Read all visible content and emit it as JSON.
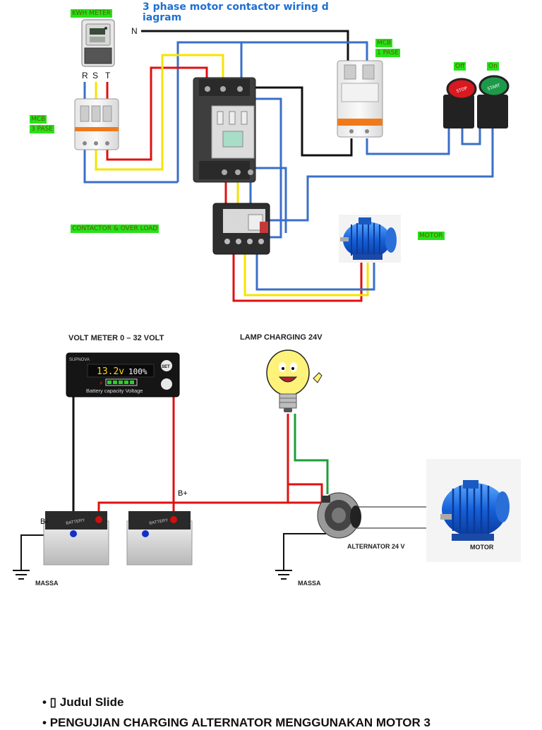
{
  "diagram1": {
    "title": "3 phase motor contactor wiring d iagram",
    "neutral_label": "N",
    "phase_labels": [
      "R",
      "S",
      "T"
    ],
    "tags": {
      "kwh_meter": "KWH METER",
      "mcb_3phase_line1": "MCB",
      "mcb_3phase_line2": "3 PASE",
      "mcb_1phase_line1": "MCB",
      "mcb_1phase_line2": "1 PASE",
      "off": "Off",
      "on": "On",
      "contactor": "CONTACTOR & OVER LOAD",
      "motor": "MOTOR"
    },
    "buttons": {
      "stop": "STOP",
      "start": "START"
    },
    "wire_colors": {
      "red": "#e01010",
      "yellow": "#f4e400",
      "blue": "#3a6fc8",
      "black": "#111111",
      "green": "#1e9e3a"
    }
  },
  "diagram2": {
    "voltmeter_title": "VOLT METER 0 – 32 VOLT",
    "lamp_title": "LAMP CHARGING 24V",
    "meter": {
      "brand": "SUPNOVA",
      "reading": "13.2v",
      "percent": "100%",
      "set_label": "SET",
      "caption": "Battery capacity Voltage"
    },
    "battery_label": "BATTERY",
    "b_minus": "B-",
    "b_plus": "B+",
    "massa": "MASSA",
    "alternator": "ALTERNATOR 24 V",
    "motor": "MOTOR"
  },
  "bullets": [
    {
      "symbol": "• ▯",
      "text": "Judul Slide"
    },
    {
      "symbol": "•",
      "text": "PENGUJIAN CHARGING ALTERNATOR MENGGUNAKAN MOTOR 3"
    }
  ]
}
